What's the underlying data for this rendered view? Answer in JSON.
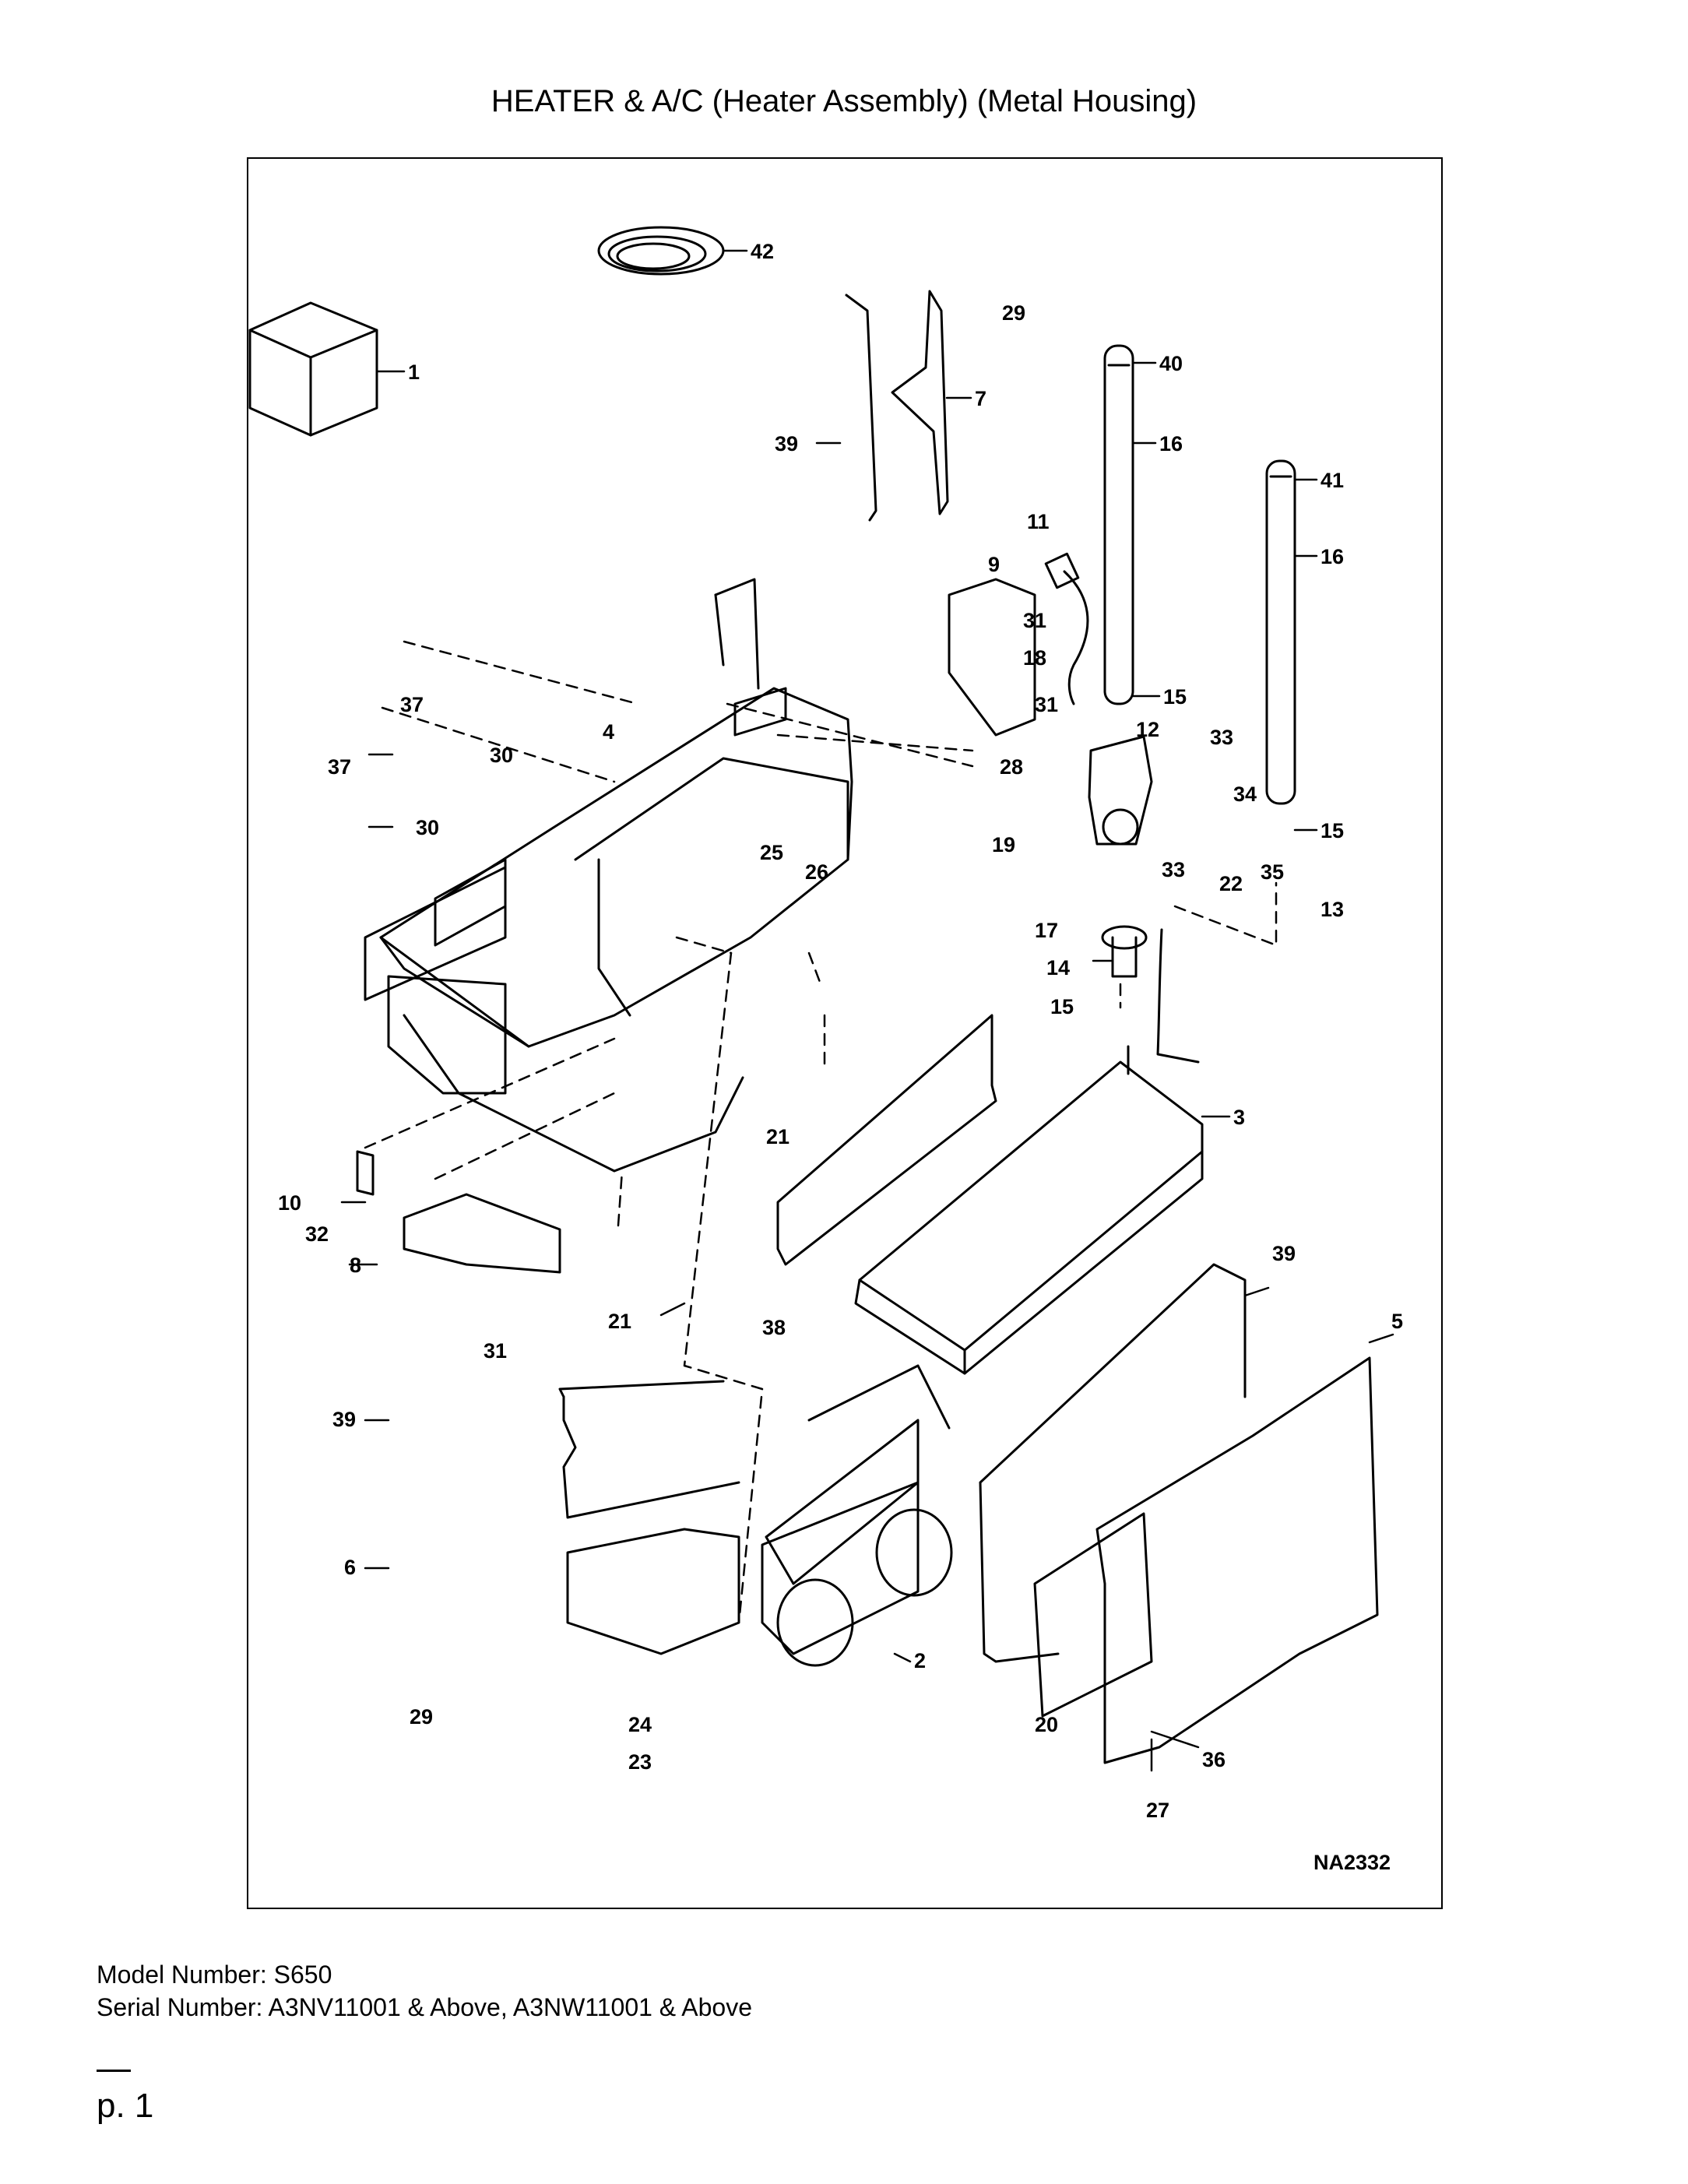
{
  "title": "HEATER & A/C (Heater Assembly) (Metal Housing)",
  "diagram_id": "NA2332",
  "callouts": [
    "42",
    "29",
    "1",
    "7",
    "39",
    "40",
    "16",
    "41",
    "16",
    "11",
    "9",
    "31",
    "18",
    "31",
    "15",
    "37",
    "12",
    "33",
    "30",
    "4",
    "28",
    "37",
    "34",
    "30",
    "19",
    "15",
    "25",
    "26",
    "33",
    "22",
    "35",
    "13",
    "17",
    "14",
    "15",
    "3",
    "21",
    "10",
    "32",
    "8",
    "21",
    "38",
    "39",
    "5",
    "31",
    "39",
    "6",
    "2",
    "20",
    "29",
    "24",
    "23",
    "36",
    "27"
  ],
  "footer": {
    "model": "Model Number: S650",
    "serial": "Serial Number: A3NV11001 & Above, A3NW11001 & Above"
  },
  "page_label": "p. 1"
}
